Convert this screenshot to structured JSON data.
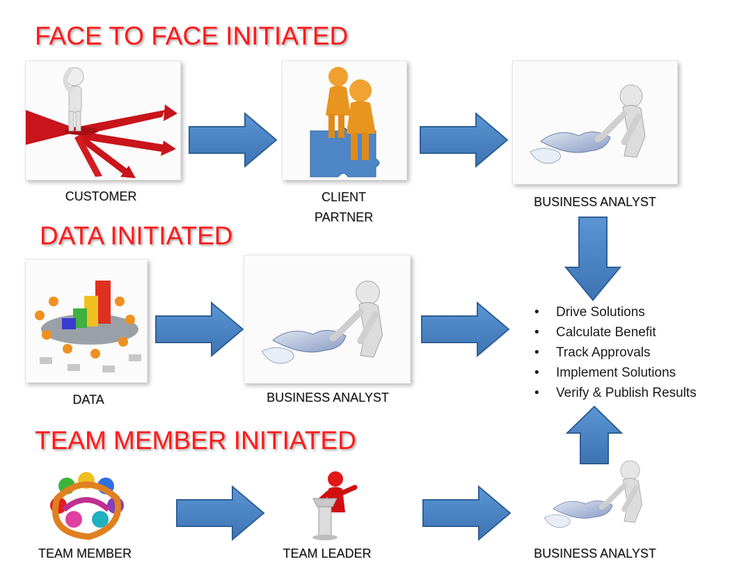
{
  "sections": {
    "face_to_face": "FACE TO FACE INITIATED",
    "data": "DATA INITIATED",
    "team_member": "TEAM MEMBER INITIATED"
  },
  "captions": {
    "customer": "CUSTOMER",
    "client_line1": "CLIENT",
    "client_line2": "PARTNER",
    "ba_row1": "BUSINESS ANALYST",
    "data": "DATA",
    "ba_row2": "BUSINESS ANALYST",
    "team_member": "TEAM MEMBER",
    "team_leader": "TEAM LEADER",
    "ba_row3": "BUSINESS ANALYST"
  },
  "outcomes": [
    "Drive Solutions",
    "Calculate Benefit",
    "Track Approvals",
    "Implement Solutions",
    "Verify & Publish Results"
  ],
  "colors": {
    "title": "#ff1a1a",
    "arrow": "#4a86c8",
    "arrow_stroke": "#2f5f95"
  }
}
